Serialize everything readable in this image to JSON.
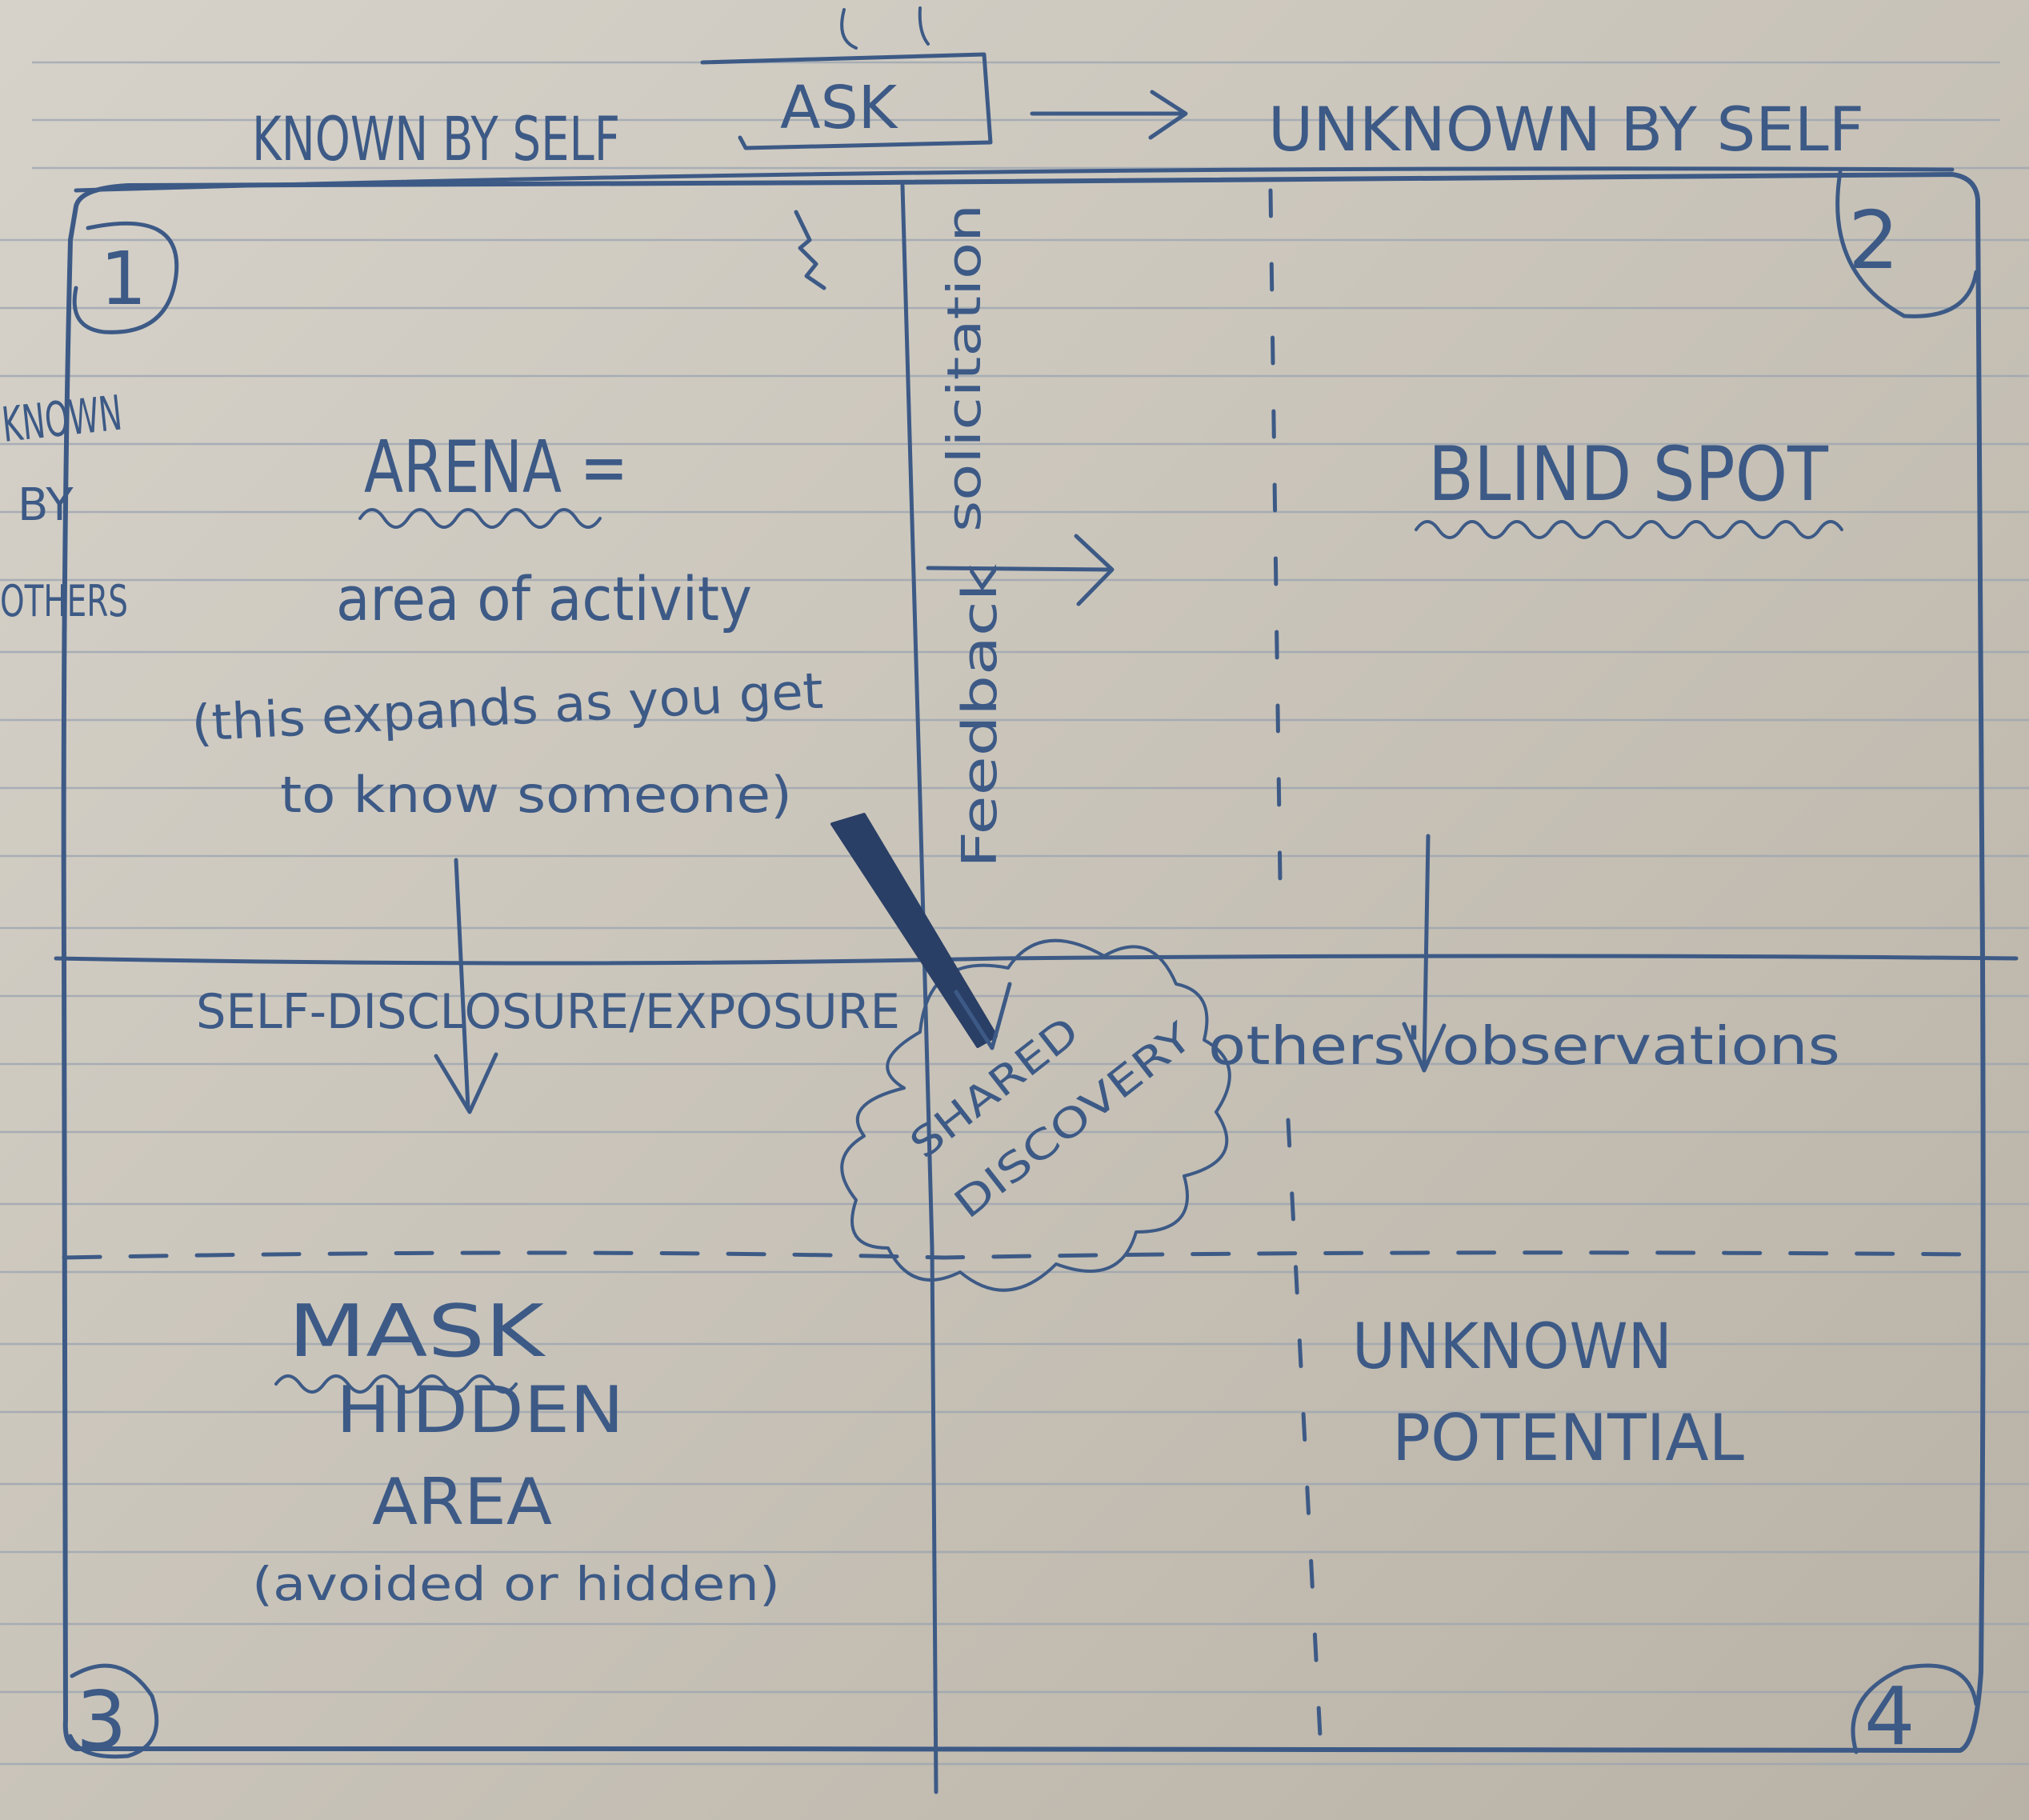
{
  "header": {
    "known_by_self": "KNOWN BY SELF",
    "ask": "ASK",
    "unknown_by_self": "UNKNOWN BY SELF"
  },
  "side": {
    "line1": "KNOWN",
    "line2": "BY",
    "line3": "OTHERS"
  },
  "quadrants": {
    "q1": {
      "number": "1",
      "title": "ARENA =",
      "subtitle": "area of activity",
      "note_line1": "(this expands as you get",
      "note_line2": "to know someone)"
    },
    "q2": {
      "number": "2",
      "title": "BLIND SPOT"
    },
    "q3": {
      "number": "3",
      "title_line1": "MASK",
      "title_line2": "HIDDEN",
      "title_line3": "AREA",
      "note": "(avoided or hidden)"
    },
    "q4": {
      "number": "4",
      "title_line1": "UNKNOWN",
      "title_line2": "POTENTIAL"
    }
  },
  "arrows": {
    "feedback": "Feedback",
    "solicitation": "solicitation",
    "self_disclosure": "SELF-DISCLOSURE/EXPOSURE",
    "others_observations": "others' observations"
  },
  "cloud": {
    "line1": "SHARED",
    "line2": "DISCOVERY"
  },
  "colors": {
    "ink": "#3d5a86",
    "paper": "#d6d2ca"
  }
}
